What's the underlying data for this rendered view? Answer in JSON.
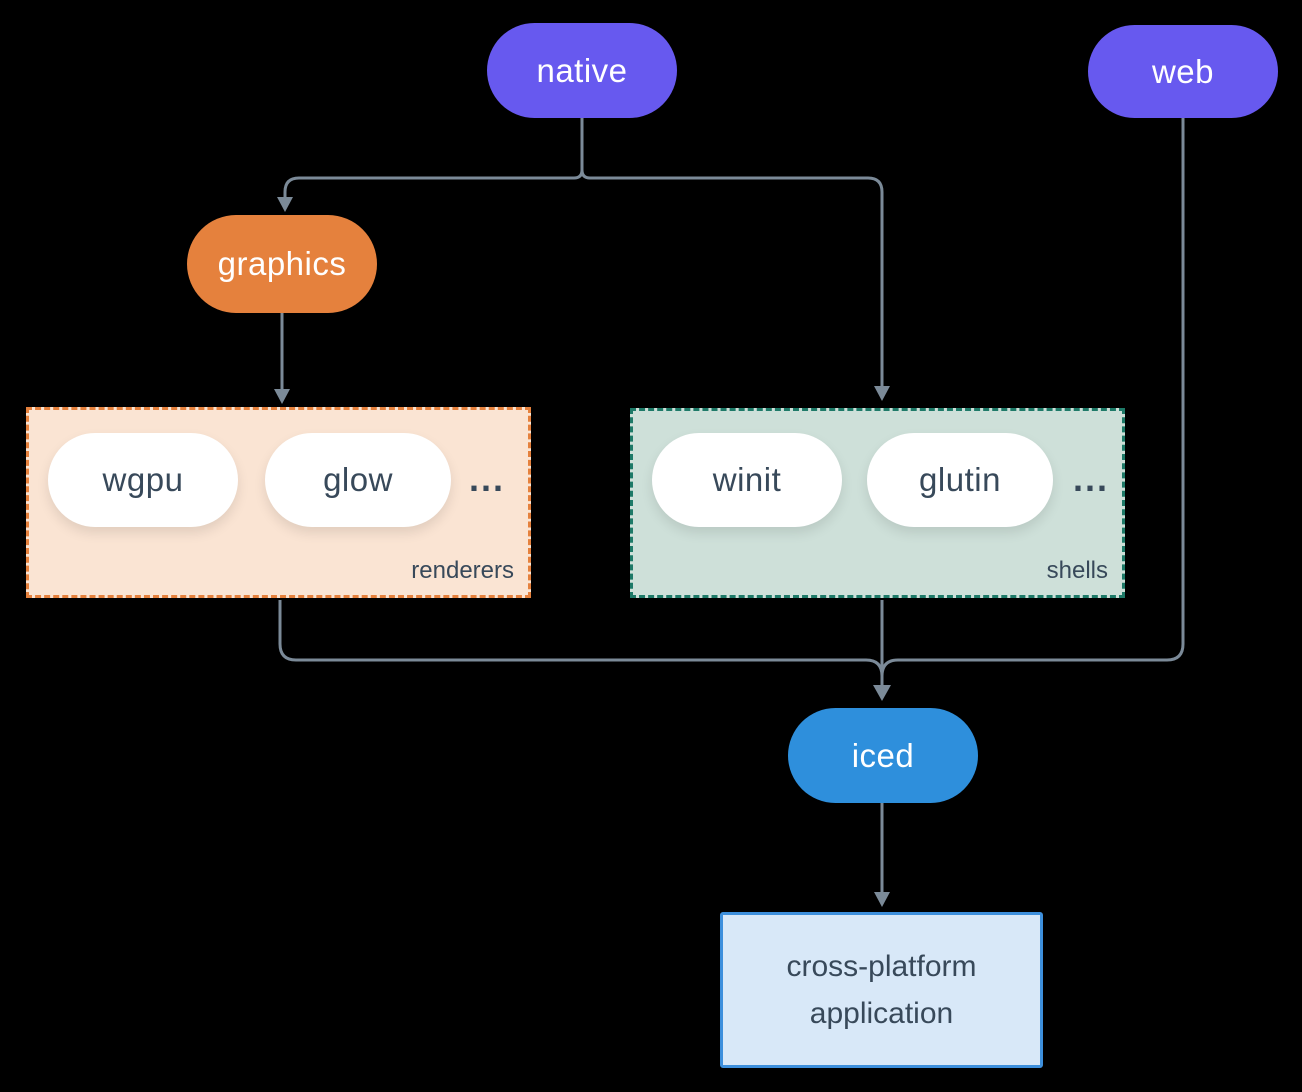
{
  "colors": {
    "bg": "#000000",
    "line": "#7b8a98",
    "purple": "#6759ef",
    "orange": "#e5813d",
    "peachbg": "#fae4d3",
    "greenbg": "#cee0d9",
    "tealborder": "#1e7a68",
    "blue": "#2e8fdc",
    "appbg": "#d8e8f8",
    "appborder": "#3d8fdc",
    "ink": "#38495a"
  },
  "nodes": {
    "native": "native",
    "web": "web",
    "graphics": "graphics",
    "wgpu": "wgpu",
    "glow": "glow",
    "winit": "winit",
    "glutin": "glutin",
    "iced": "iced"
  },
  "groups": {
    "renderers": {
      "label": "renderers",
      "ellipsis": "..."
    },
    "shells": {
      "label": "shells",
      "ellipsis": "..."
    }
  },
  "app_box": {
    "line1": "cross-platform",
    "line2": "application"
  }
}
